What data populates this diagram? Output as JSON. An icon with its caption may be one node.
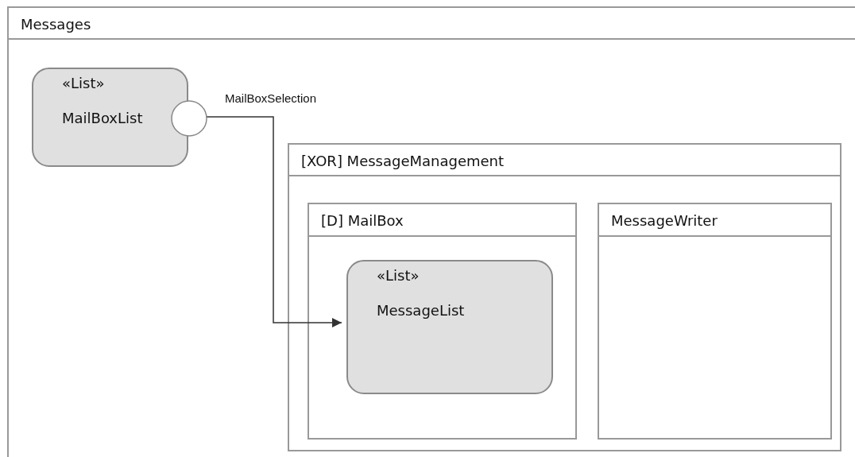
{
  "diagram": {
    "nodes": [
      {
        "text": [
          "Messages"
        ]
      },
      {
        "text": [
          "«List»",
          "MailBoxList"
        ],
        "in": 0
      },
      {
        "text": [],
        "shape": "circle",
        "in": 0
      },
      {
        "text": [
          "[XOR] MessageManagement"
        ],
        "in": 0
      },
      {
        "text": [
          "[D] MailBox"
        ],
        "in": 3
      },
      {
        "text": [
          "«List»",
          "MessageList"
        ],
        "in": 4
      },
      {
        "text": [
          "MessageWriter"
        ],
        "in": 3
      }
    ],
    "edges": [
      {
        "from": 2,
        "to": 5,
        "arrow": "to",
        "label": "MailBoxSelection"
      }
    ]
  }
}
